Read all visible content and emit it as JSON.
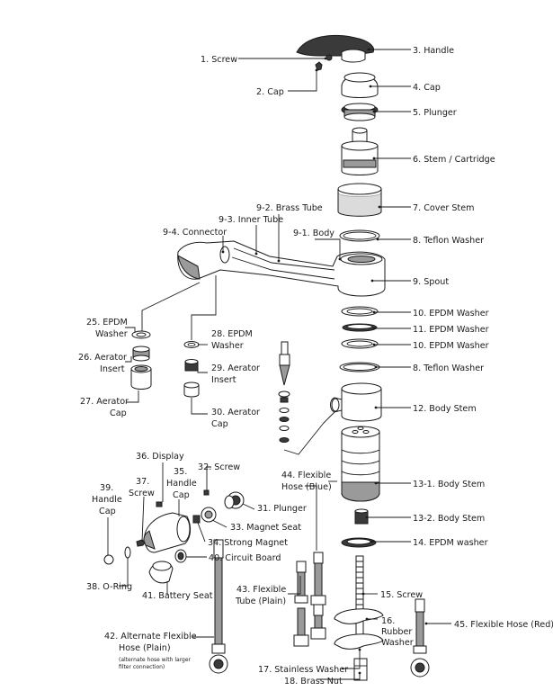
{
  "labels": {
    "l1": "1. Screw",
    "l2": "2. Cap",
    "l3": "3. Handle",
    "l4": "4. Cap",
    "l5": "5. Plunger",
    "l6": "6. Stem / Cartridge",
    "l7": "7. Cover Stem",
    "l8a": "8. Teflon Washer",
    "l9": "9. Spout",
    "l9_1": "9-1. Body",
    "l9_2": "9-2. Brass Tube",
    "l9_3": "9-3. Inner Tube",
    "l9_4": "9-4. Connector",
    "l10a": "10. EPDM Washer",
    "l11": "11. EPDM Washer",
    "l10b": "10. EPDM Washer",
    "l8b": "8. Teflon Washer",
    "l12": "12. Body Stem",
    "l13_1": "13-1. Body Stem",
    "l13_2": "13-2. Body Stem",
    "l14": "14. EPDM washer",
    "l15": "15. Screw",
    "l16a": "16.",
    "l16b": "Rubber",
    "l16c": "Washer",
    "l17": "17. Stainless Washer",
    "l18": "18. Brass Nut",
    "l25a": "25. EPDM",
    "l25b": "Washer",
    "l26a": "26. Aerator",
    "l26b": "Insert",
    "l27a": "27. Aerator",
    "l27b": "Cap",
    "l28a": "28. EPDM",
    "l28b": "Washer",
    "l29a": "29. Aerator",
    "l29b": "Insert",
    "l30a": "30. Aerator",
    "l30b": "Cap",
    "l31": "31. Plunger",
    "l32": "32. Screw",
    "l33": "33. Magnet Seat",
    "l34": "34. Strong Magnet",
    "l35a": "35.",
    "l35b": "Handle",
    "l35c": "Cap",
    "l36": "36. Display",
    "l37a": "37.",
    "l37b": "Screw",
    "l38": "38. O-Ring",
    "l39a": "39.",
    "l39b": "Handle",
    "l39c": "Cap",
    "l40": "40. Circuit Board",
    "l41": "41. Battery Seat",
    "l42a": "42. Alternate Flexible",
    "l42b": "Hose (Plain)",
    "l42c": "(alternate hose with larger",
    "l42d": "filter connection)",
    "l43a": "43. Flexible",
    "l43b": "Tube (Plain)",
    "l44a": "44. Flexible",
    "l44b": "Hose (Blue)",
    "l45": "45. Flexible Hose (Red)"
  }
}
